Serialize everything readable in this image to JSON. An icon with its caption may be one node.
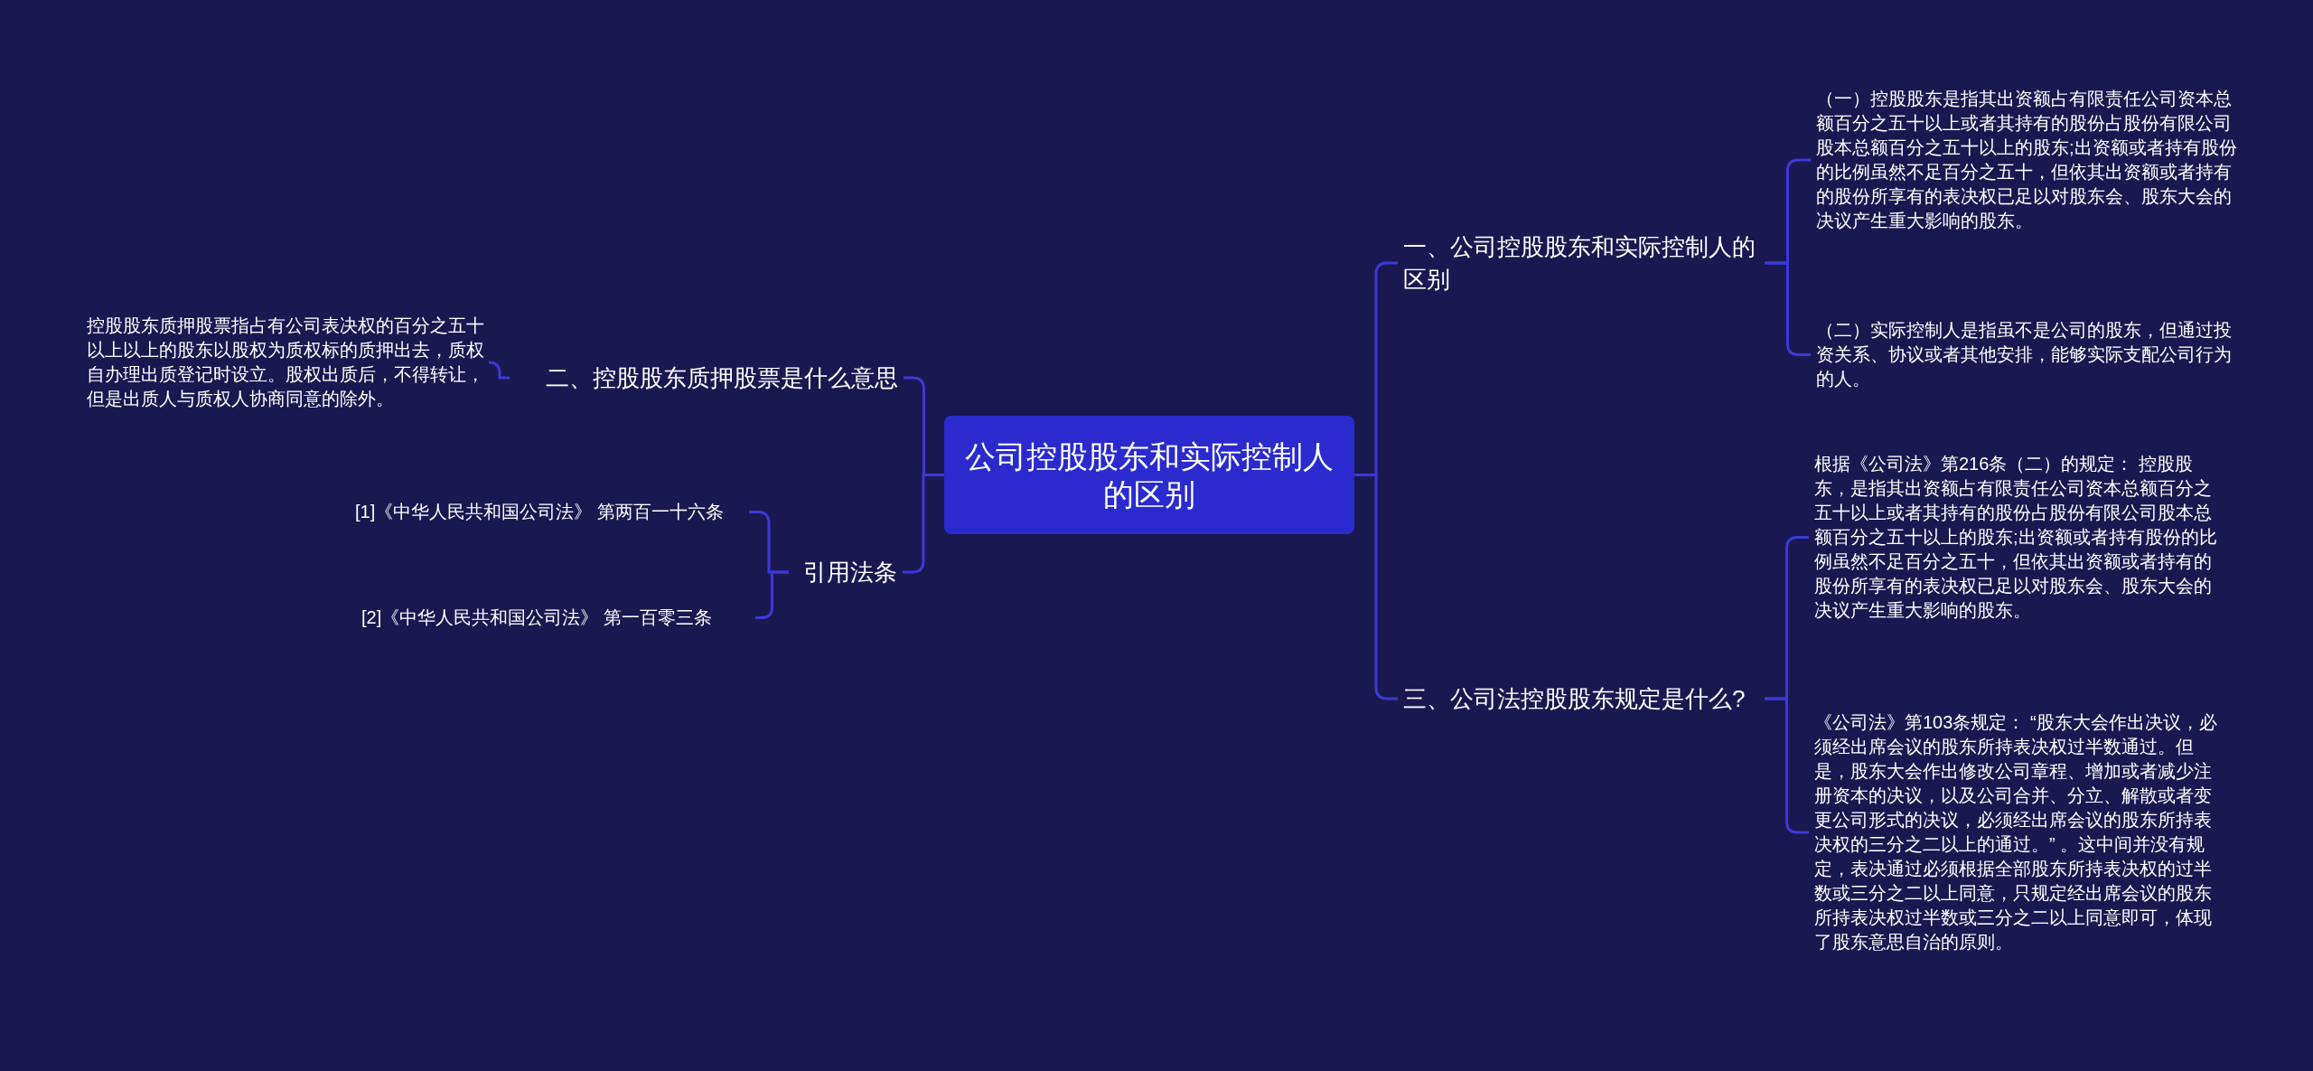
{
  "diagram": {
    "nodes": [
      {
        "text": [
          "公司控股股东和实际控制人的区别"
        ]
      },
      {
        "text": [
          "一、公司控股股东和实际控制人的区别"
        ]
      },
      {
        "text": [
          "（一）控股股东是指其出资额占有限责任公司资本总额百分之五十以上或者其持有的股份占股份有限公司股本总额百分之五十以上的股东;出资额或者持有股份的比例虽然不足百分之五十，但依其出资额或者持有的股份所享有的表决权已足以对股东会、股东大会的决议产生重大影响的股东。"
        ]
      },
      {
        "text": [
          "（二）实际控制人是指虽不是公司的股东，但通过投资关系、协议或者其他安排，能够实际支配公司行为的人。"
        ]
      },
      {
        "text": [
          "三、公司法控股股东规定是什么?"
        ]
      },
      {
        "text": [
          "根据《公司法》第216条（二）的规定： 控股股东，是指其出资额占有限责任公司资本总额百分之五十以上或者其持有的股份占股份有限公司股本总额百分之五十以上的股东;出资额或者持有股份的比例虽然不足百分之五十，但依其出资额或者持有的股份所享有的表决权已足以对股东会、股东大会的决议产生重大影响的股东。"
        ]
      },
      {
        "text": [
          "《公司法》第103条规定： “股东大会作出决议，必须经出席会议的股东所持表决权过半数通过。但是，股东大会作出修改公司章程、增加或者减少注册资本的决议，以及公司合并、分立、解散或者变更公司形式的决议，必须经出席会议的股东所持表决权的三分之二以上的通过。” 。这中间并没有规定，表决通过必须根据全部股东所持表决权的过半数或三分之二以上同意，只规定经出席会议的股东所持表决权过半数或三分之二以上同意即可，体现了股东意思自治的原则。"
        ]
      },
      {
        "text": [
          "二、控股股东质押股票是什么意思"
        ]
      },
      {
        "text": [
          "控股股东质押股票指占有公司表决权的百分之五十以上以上的股东以股权为质权标的质押出去，质权自办理出质登记时设立。股权出质后，不得转让，但是出质人与质权人协商同意的除外。"
        ]
      },
      {
        "text": [
          "引用法条"
        ]
      },
      {
        "text": [
          "[1]《中华人民共和国公司法》 第两百一十六条"
        ]
      },
      {
        "text": [
          "[2]《中华人民共和国公司法》 第一百零三条"
        ]
      }
    ],
    "edges": [
      {
        "from": 0,
        "to": 1,
        "arrow": "none"
      },
      {
        "from": 0,
        "to": 4,
        "arrow": "none"
      },
      {
        "from": 1,
        "to": 2,
        "arrow": "none"
      },
      {
        "from": 1,
        "to": 3,
        "arrow": "none"
      },
      {
        "from": 4,
        "to": 5,
        "arrow": "none"
      },
      {
        "from": 4,
        "to": 6,
        "arrow": "none"
      },
      {
        "from": 0,
        "to": 7,
        "arrow": "none"
      },
      {
        "from": 0,
        "to": 9,
        "arrow": "none"
      },
      {
        "from": 7,
        "to": 8,
        "arrow": "none"
      },
      {
        "from": 9,
        "to": 10,
        "arrow": "none"
      },
      {
        "from": 9,
        "to": 11,
        "arrow": "none"
      }
    ]
  }
}
